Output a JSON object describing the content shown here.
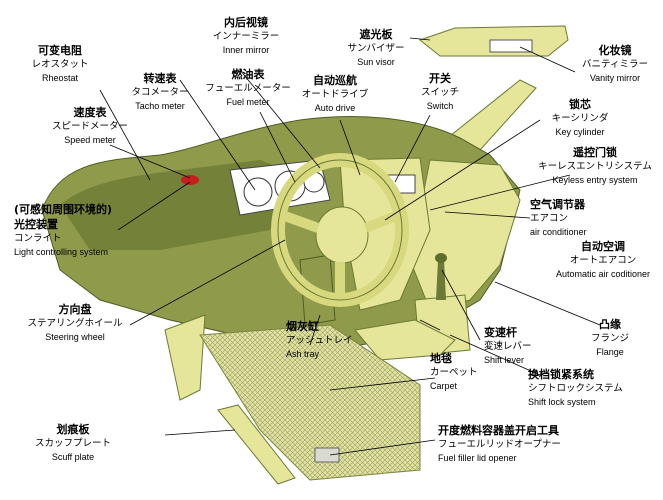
{
  "labels": {
    "rheostat": {
      "zh": "可变电阻",
      "ja": "レオスタット",
      "en": "Rheostat"
    },
    "speed": {
      "zh": "速度表",
      "ja": "スピードメーター",
      "en": "Speed meter"
    },
    "light": {
      "zh": "(可感知周围环境的)",
      "zh2": "光控装置",
      "ja": "コンライト",
      "en": "Light controlling system"
    },
    "steering": {
      "zh": "方向盘",
      "ja": "ステアリングホイール",
      "en": "Steering wheel"
    },
    "scuff": {
      "zh": "划痕板",
      "ja": "スカッフプレート",
      "en": "Scuff plate"
    },
    "tacho": {
      "zh": "转速表",
      "ja": "タコメーター",
      "en": "Tacho meter"
    },
    "mirror": {
      "zh": "内后视镜",
      "ja": "インナーミラー",
      "en": "Inner mirror"
    },
    "fuel": {
      "zh": "燃油表",
      "ja": "フューエルメーター",
      "en": "Fuel meter"
    },
    "autodrive": {
      "zh": "自动巡航",
      "ja": "オートドライブ",
      "en": "Auto drive"
    },
    "switch": {
      "zh": "开关",
      "ja": "スイッチ",
      "en": "Switch"
    },
    "visor": {
      "zh": "遮光板",
      "ja": "サンバイザー",
      "en": "Sun visor"
    },
    "vanity": {
      "zh": "化妆镜",
      "ja": "バニティミラー",
      "en": "Vanity mirror"
    },
    "keycyl": {
      "zh": "锁芯",
      "ja": "キーシリンダ",
      "en": "Key cylinder"
    },
    "keyless": {
      "zh": "遥控门锁",
      "ja": "キーレスエントリシステム",
      "en": "Keyless entry system"
    },
    "aircon": {
      "zh": "空气调节器",
      "ja": "エアコン",
      "en": "air conditioner"
    },
    "autoair": {
      "zh": "自动空调",
      "ja": "オートエアコン",
      "en": "Automatic air coditioner"
    },
    "flange": {
      "zh": "凸缘",
      "ja": "フランジ",
      "en": "Flange"
    },
    "ashtray": {
      "zh": "烟灰缸",
      "ja": "アッシュトレイ",
      "en": "Ash tray"
    },
    "shift": {
      "zh": "变速杆",
      "ja": "変速レバー",
      "en": "Shift lever"
    },
    "carpet": {
      "zh": "地毯",
      "ja": "カーペット",
      "en": "Carpet"
    },
    "shiftlock": {
      "zh": "换档锁紧系统",
      "ja": "シフトロックシステム",
      "en": "Shift lock system"
    },
    "fuellid": {
      "zh": "开度燃料容器盖开启工具",
      "ja": "フューエルリッドオープナー",
      "en": "Fuel filler lid opener"
    }
  },
  "colors": {
    "body_fill": "#e6e69a",
    "body_shadow": "#8f9a4a",
    "dark_olive": "#5c6e2c",
    "carpet": "#d4d48a",
    "leader": "#000000",
    "red_light": "#c81e1e"
  }
}
